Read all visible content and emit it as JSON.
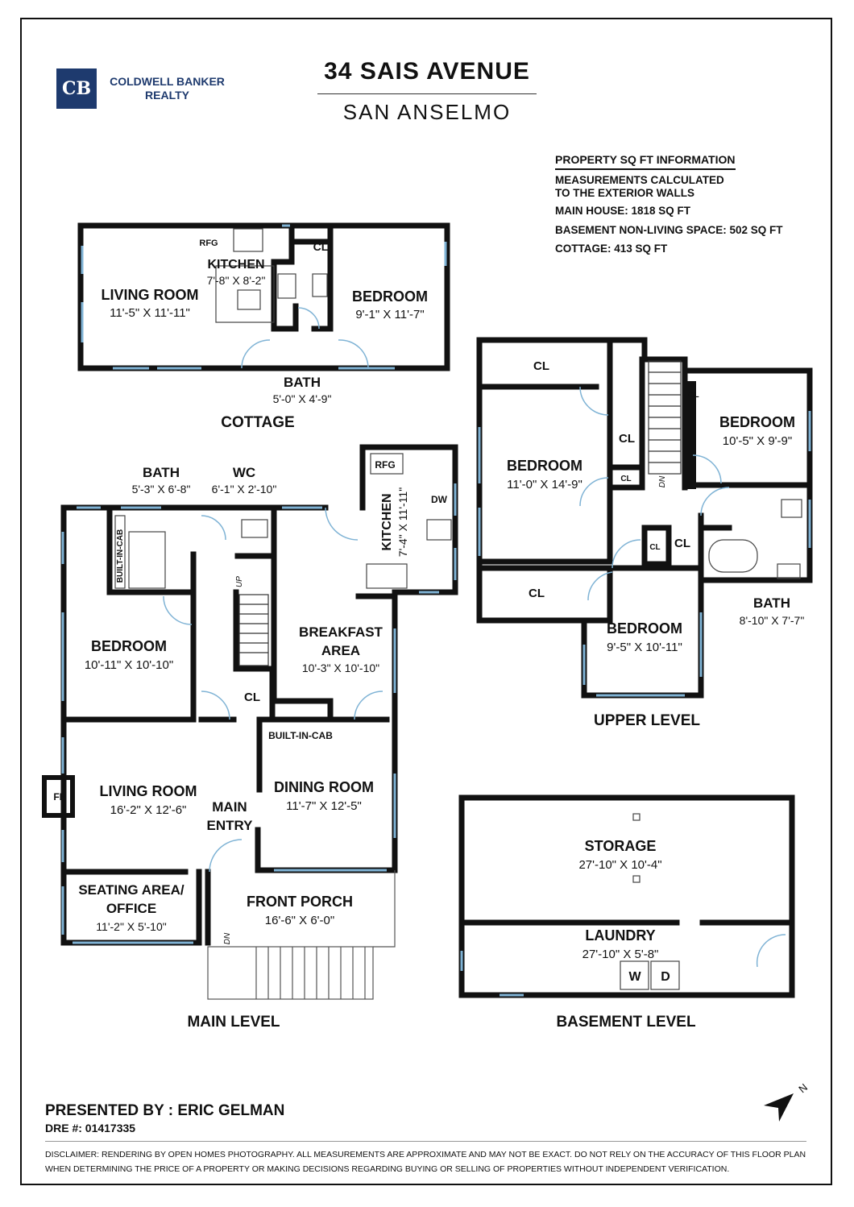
{
  "header": {
    "logo_mark": "CB",
    "brand_line1": "COLDWELL BANKER",
    "brand_line2": "REALTY",
    "title": "34 SAIS AVENUE",
    "subtitle": "SAN ANSELMO"
  },
  "info": {
    "heading": "PROPERTY SQ FT INFORMATION",
    "line1": "MEASUREMENTS CALCULATED",
    "line2": "TO THE EXTERIOR WALLS",
    "main_house": "MAIN HOUSE: 1818 SQ FT",
    "basement": "BASEMENT NON-LIVING SPACE: 502 SQ FT",
    "cottage": "COTTAGE: 413 SQ FT"
  },
  "cottage": {
    "label": "COTTAGE",
    "rfg": "RFG",
    "kitchen": "KITCHEN",
    "kitchen_dim": "7'-8\" X 8'-2\"",
    "living": "LIVING ROOM",
    "living_dim": "11'-5\" X 11'-11\"",
    "cl": "CL",
    "bedroom": "BEDROOM",
    "bedroom_dim": "9'-1\" X 11'-7\"",
    "bath": "BATH",
    "bath_dim": "5'-0\" X 4'-9\""
  },
  "main": {
    "label": "MAIN LEVEL",
    "bath": "BATH",
    "bath_dim": "5'-3\" X 6'-8\"",
    "wc": "WC",
    "wc_dim": "6'-1\" X 2'-10\"",
    "builtin": "BUILT-IN-CAB",
    "rfg": "RFG",
    "dw": "DW",
    "kitchen": "KITCHEN",
    "kitchen_dim": "7'-4\" X 11'-11\"",
    "up": "UP",
    "bedroom": "BEDROOM",
    "bedroom_dim": "10'-11\" X 10'-10\"",
    "breakfast1": "BREAKFAST",
    "breakfast2": "AREA",
    "breakfast_dim": "10'-3\" X 10'-10\"",
    "cl": "CL",
    "builtin2": "BUILT-IN-CAB",
    "fp": "FP",
    "living": "LIVING ROOM",
    "living_dim": "16'-2\" X 12'-6\"",
    "entry1": "MAIN",
    "entry2": "ENTRY",
    "dining": "DINING ROOM",
    "dining_dim": "11'-7\" X 12'-5\"",
    "seating1": "SEATING AREA/",
    "seating2": "OFFICE",
    "seating_dim": "11'-2\" X 5'-10\"",
    "porch": "FRONT PORCH",
    "porch_dim": "16'-6\" X 6'-0\"",
    "dn": "DN"
  },
  "upper": {
    "label": "UPPER LEVEL",
    "cl": "CL",
    "bedroom1": "BEDROOM",
    "bedroom1_dim": "11'-0\" X 14'-9\"",
    "bedroom2": "BEDROOM",
    "bedroom2_dim": "10'-5\" X 9'-9\"",
    "bedroom3": "BEDROOM",
    "bedroom3_dim": "9'-5\" X 10'-11\"",
    "bath": "BATH",
    "bath_dim": "8'-10\" X 7'-7\"",
    "dn": "DN"
  },
  "basement": {
    "label": "BASEMENT LEVEL",
    "storage": "STORAGE",
    "storage_dim": "27'-10\" X 10'-4\"",
    "laundry": "LAUNDRY",
    "laundry_dim": "27'-10\" X 5'-8\"",
    "w": "W",
    "d": "D"
  },
  "compass": "N",
  "footer": {
    "presenter": "PRESENTED BY : ERIC GELMAN",
    "dre": "DRE #: 01417335",
    "disclaimer1": "DISCLAIMER: RENDERING BY OPEN HOMES PHOTOGRAPHY. ALL MEASUREMENTS ARE APPROXIMATE AND MAY NOT BE EXACT. DO NOT RELY ON THE ACCURACY OF THIS FLOOR PLAN",
    "disclaimer2": "WHEN DETERMINING THE PRICE OF A PROPERTY OR MAKING DECISIONS REGARDING BUYING OR SELLING OF PROPERTIES WITHOUT INDEPENDENT VERIFICATION."
  }
}
